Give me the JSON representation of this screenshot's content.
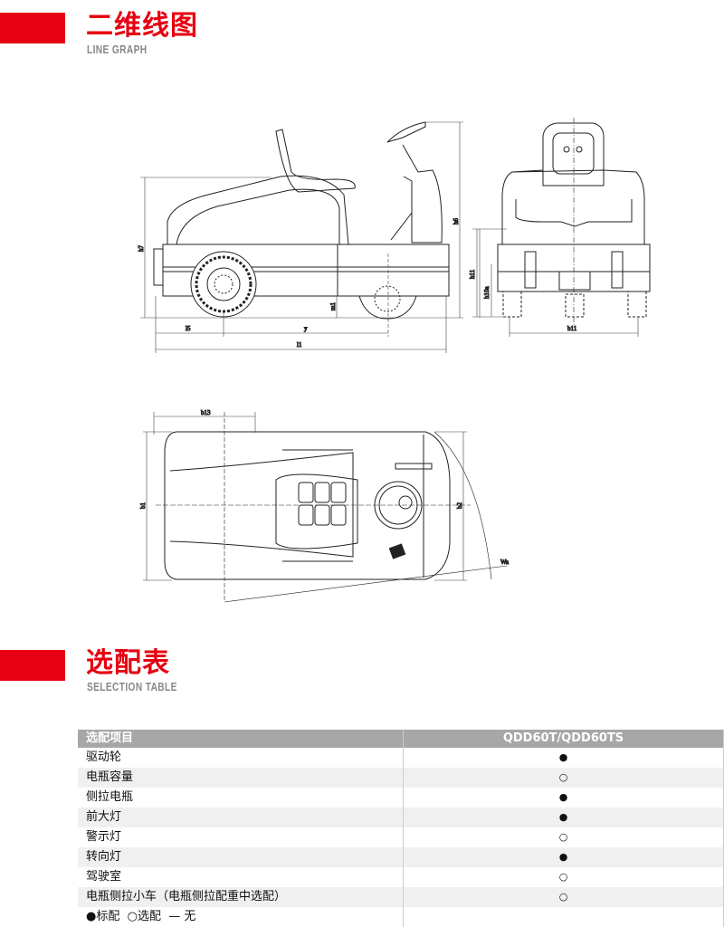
{
  "sections": [
    {
      "title": "二维线图",
      "subtitle": "LINE GRAPH"
    },
    {
      "title": "选配表",
      "subtitle": "SELECTION TABLE"
    }
  ],
  "drawings": {
    "side_labels": {
      "h7": "h7",
      "h6": "h6",
      "h5": "m1",
      "l5": "l5",
      "y": "y",
      "l1": "l1"
    },
    "front_labels": {
      "h11": "h11",
      "h10a": "h10a",
      "b11": "b11"
    },
    "top_labels": {
      "b13": "b13",
      "b1": "b1",
      "b2": "b2",
      "wa": "Wa"
    }
  },
  "table": {
    "headers": [
      "选配项目",
      "QDD60T/QDD60TS"
    ],
    "rows": [
      {
        "item": "驱动轮",
        "value": "●"
      },
      {
        "item": "电瓶容量",
        "value": "○"
      },
      {
        "item": "侧拉电瓶",
        "value": "●"
      },
      {
        "item": "前大灯",
        "value": "●"
      },
      {
        "item": "警示灯",
        "value": "○"
      },
      {
        "item": "转向灯",
        "value": "●"
      },
      {
        "item": "驾驶室",
        "value": "○"
      },
      {
        "item": "电瓶侧拉小车（电瓶侧拉配重中选配）",
        "value": "○"
      }
    ],
    "legend": "●标配  ○选配  — 无"
  },
  "colors": {
    "accent": "#e60012",
    "header_bg": "#a7a7a7"
  }
}
